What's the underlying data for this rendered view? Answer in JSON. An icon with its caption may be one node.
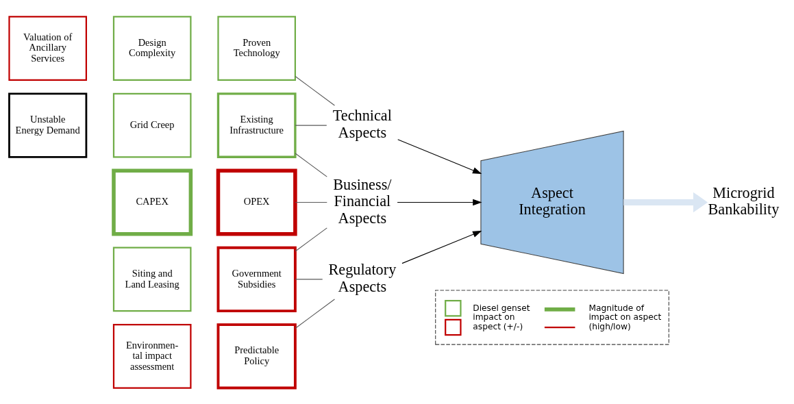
{
  "diagram": {
    "nodes": [
      {
        "text": [
          "Design Complexity"
        ]
      },
      {
        "text": [
          "Proven Technology"
        ]
      },
      {
        "text": [
          "Valuation of Ancillary Services"
        ]
      },
      {
        "text": [
          "Grid Creep"
        ]
      },
      {
        "text": [
          "Existing Infrastructure"
        ]
      },
      {
        "text": [
          "Unstable Energy Demand"
        ]
      },
      {
        "text": [
          "CAPEX"
        ]
      },
      {
        "text": [
          "OPEX"
        ]
      },
      {
        "text": [
          "Siting and Land Leasing"
        ]
      },
      {
        "text": [
          "Government Subsidies"
        ]
      },
      {
        "text": [
          "Environmen- tal impact assessment"
        ]
      },
      {
        "text": [
          "Predictable Policy"
        ]
      },
      {
        "text": [
          "Technical Aspects"
        ]
      },
      {
        "text": [
          "Business/ Financial Aspects"
        ]
      },
      {
        "text": [
          "Regulatory Aspects"
        ]
      },
      {
        "text": [
          "Aspect Integration"
        ]
      },
      {
        "text": [
          "Microgrid Bankability"
        ]
      }
    ],
    "edges": [
      {
        "from": 1,
        "to": 12,
        "arrow": "none",
        "color": "#595959"
      },
      {
        "from": 4,
        "to": 12,
        "arrow": "none",
        "color": "#595959"
      },
      {
        "from": 4,
        "to": 13,
        "arrow": "none",
        "color": "#595959"
      },
      {
        "from": 7,
        "to": 13,
        "arrow": "none",
        "color": "#595959"
      },
      {
        "from": 9,
        "to": 13,
        "arrow": "none",
        "color": "#595959"
      },
      {
        "from": 9,
        "to": 14,
        "arrow": "none",
        "color": "#595959"
      },
      {
        "from": 11,
        "to": 14,
        "arrow": "none",
        "color": "#595959"
      },
      {
        "from": 12,
        "to": 15,
        "arrow": "to"
      },
      {
        "from": 13,
        "to": 15,
        "arrow": "to"
      },
      {
        "from": 14,
        "to": 15,
        "arrow": "to"
      },
      {
        "from": 15,
        "to": 16,
        "arrow": "to",
        "style": "thick",
        "color": "#dae6f3"
      }
    ],
    "legend": [
      {
        "text": "Diesel genset impact on aspect (+/-)"
      },
      {
        "text": "Magnitude of impact on aspect (high/low)"
      }
    ]
  }
}
